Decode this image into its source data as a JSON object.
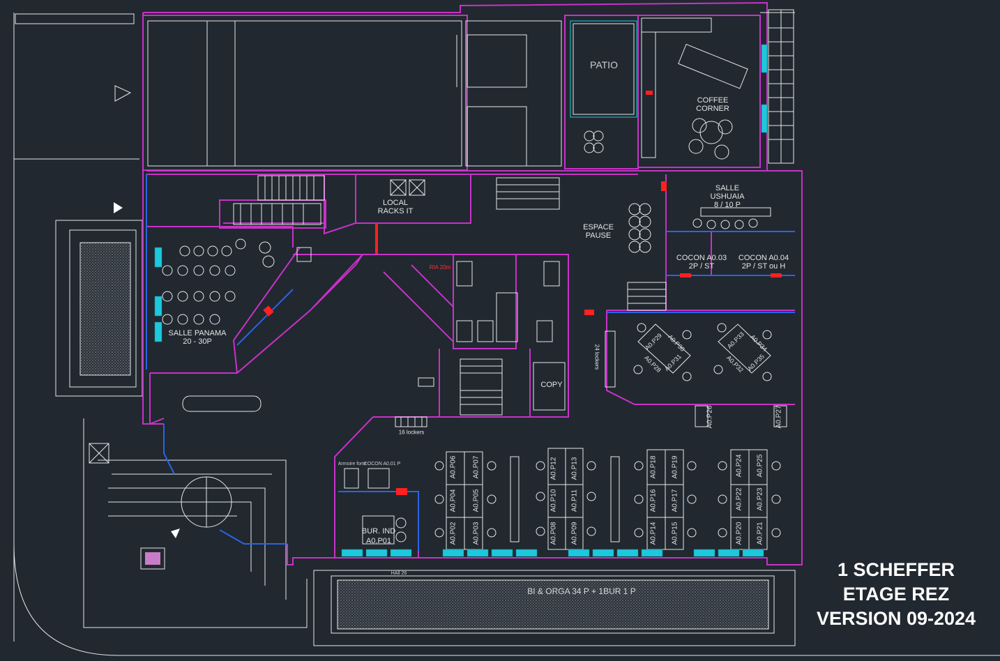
{
  "title_block": {
    "line1": "1 SCHEFFER",
    "line2": "ETAGE REZ",
    "line3": "VERSION 09-2024"
  },
  "rooms": {
    "patio": "PATIO",
    "coffee_corner_1": "COFFEE",
    "coffee_corner_2": "CORNER",
    "local_racks_1": "LOCAL",
    "local_racks_2": "RACKS IT",
    "salle_ushuaia_1": "SALLE",
    "salle_ushuaia_2": "USHUAIA",
    "salle_ushuaia_3": "8 / 10 P",
    "espace_pause_1": "ESPACE",
    "espace_pause_2": "PAUSE",
    "cocon_a003_1": "COCON A0.03",
    "cocon_a003_2": "2P / ST",
    "cocon_a004_1": "COCON A0.04",
    "cocon_a004_2": "2P / ST ou H",
    "salle_panama_1": "SALLE PANAMA",
    "salle_panama_2": "20 - 30P",
    "copy": "COPY",
    "lockers_24": "24 lockers",
    "lockers_16": "16 lockers",
    "bur_ind_1": "BUR. IND",
    "bur_ind_2": "A0.P01",
    "ria": "RIA 20m",
    "cocon_small": "COCON A0.01 P",
    "armoire": "Armoire forte",
    "hall": "HAll 26",
    "banner": "BI & ORGA  34 P + 1BUR 1 P"
  },
  "desks": {
    "p06": "A0.P06",
    "p07": "A0.P07",
    "p04": "A0.P04",
    "p05": "A0.P05",
    "p02": "A0.P02",
    "p03": "A0.P03",
    "p12": "A0.P12",
    "p13": "A0.P13",
    "p10": "A0.P10",
    "p11": "A0.P11",
    "p08": "A0.P08",
    "p09": "A0.P09",
    "p18": "A0.P18",
    "p19": "A0.P19",
    "p16": "A0.P16",
    "p17": "A0.P17",
    "p14": "A0.P14",
    "p15": "A0.P15",
    "p24": "A0.P24",
    "p25": "A0.P25",
    "p22": "A0.P22",
    "p23": "A0.P23",
    "p20": "A0.P20",
    "p21": "A0.P21",
    "p26": "A0.P26",
    "p27": "A0.P27",
    "p28": "A0.P28",
    "p29": "A0.P29",
    "p30": "A0.P30",
    "p31": "A0.P31",
    "p32": "A0.P32",
    "p33": "A0.P33",
    "p34": "A0.P34",
    "p35": "A0.P35"
  },
  "colors": {
    "background": "#212830",
    "wall": "#c832c8",
    "line": "#e8e8e8",
    "glazing": "#1ec8dc",
    "door": "#2a64e6",
    "accent": "#ff2020"
  }
}
